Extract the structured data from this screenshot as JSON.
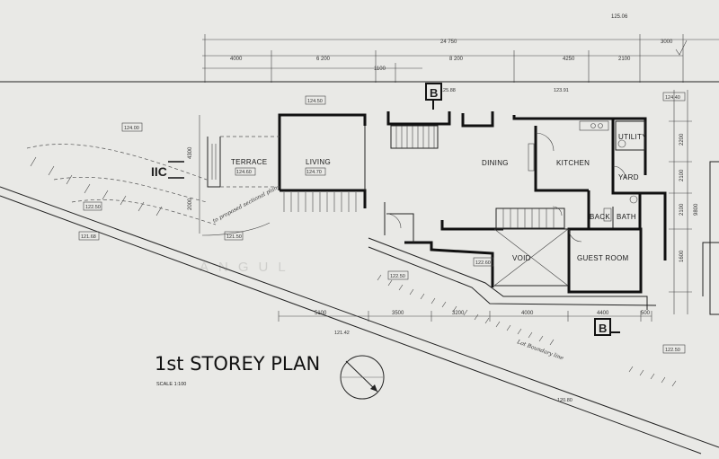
{
  "title": "1st STOREY PLAN",
  "scale": "SCALE 1:100",
  "top_right_ref": "125.06",
  "overall_dimension": "24 750",
  "right_dimension": "3000",
  "top_dimensions": [
    "4000",
    "6 200",
    "8 200",
    "4250",
    "2100"
  ],
  "small_dimension": "1100",
  "bottom_dimensions": [
    "5100",
    "3500",
    "3200",
    "4000",
    "4400",
    "500"
  ],
  "right_vertical_dimensions": [
    "2200",
    "2100",
    "2100",
    "1600",
    "9800"
  ],
  "left_vertical_dimensions": [
    "4300",
    "2000"
  ],
  "rooms": {
    "terrace": "TERRACE",
    "living": "LIVING",
    "dining": "DINING",
    "kitchen": "KITCHEN",
    "utility": "UTILITY",
    "yard": "YARD",
    "bath": "BATH",
    "back": "BACK",
    "guest_room": "GUEST ROOM",
    "void": "VOID"
  },
  "levels": {
    "terrace": "124.60",
    "living": "124.70",
    "top_living": "124.50",
    "top_center": "125.88",
    "top_dining": "123.91",
    "top_right": "124.40",
    "left_top": "124.00",
    "left_mid": "122.50",
    "left_low": "121.68",
    "hand_level": "121.50",
    "void_low": "122.60",
    "ramp": "122.50",
    "bottom_mid": "121.42",
    "bottom_right": "122.50",
    "bottom_far": "120.80"
  },
  "section_marks": {
    "b_top": "B",
    "b_bottom": "B",
    "c_left": "IIC"
  },
  "handwritten_note": "to proposed sectional plan",
  "boundary_note": "Lot Boundary line",
  "watermark": "ANGUL"
}
